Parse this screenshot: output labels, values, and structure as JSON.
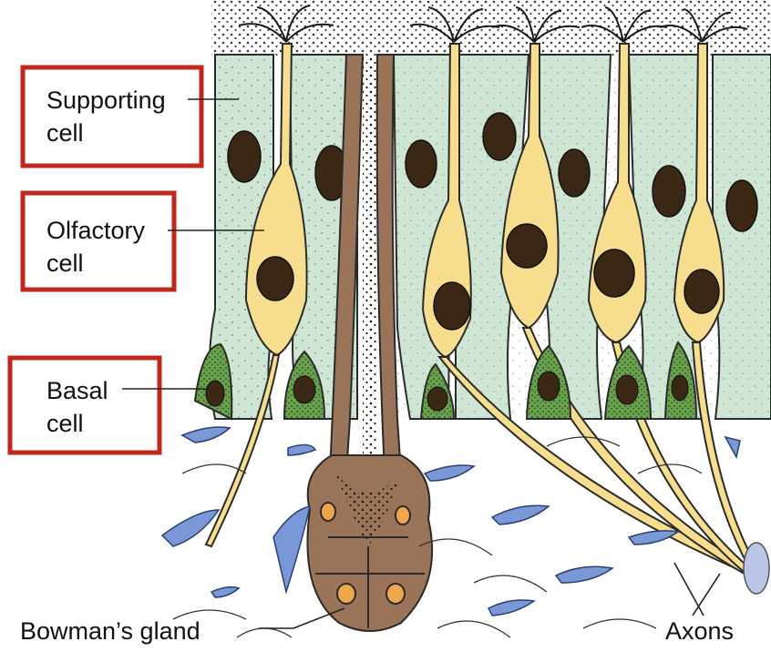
{
  "diagram": {
    "labels": {
      "supporting_cell": {
        "line1": "Supporting",
        "line2": "cell"
      },
      "olfactory_cell": {
        "line1": "Olfactory",
        "line2": "cell"
      },
      "basal_cell": {
        "line1": "Basal",
        "line2": "cell"
      },
      "bowmans_gland": "Bowman’s gland",
      "axons": "Axons"
    },
    "colors": {
      "supporting_cell": "#cfe6d4",
      "olfactory_cell": "#f7de8e",
      "basal_cell": "#6aa14e",
      "bowmans_gland": "#9a7459",
      "nucleus": "#3b2814",
      "connective_cell": "#7a98d6",
      "label_box": "#c1271b"
    }
  }
}
